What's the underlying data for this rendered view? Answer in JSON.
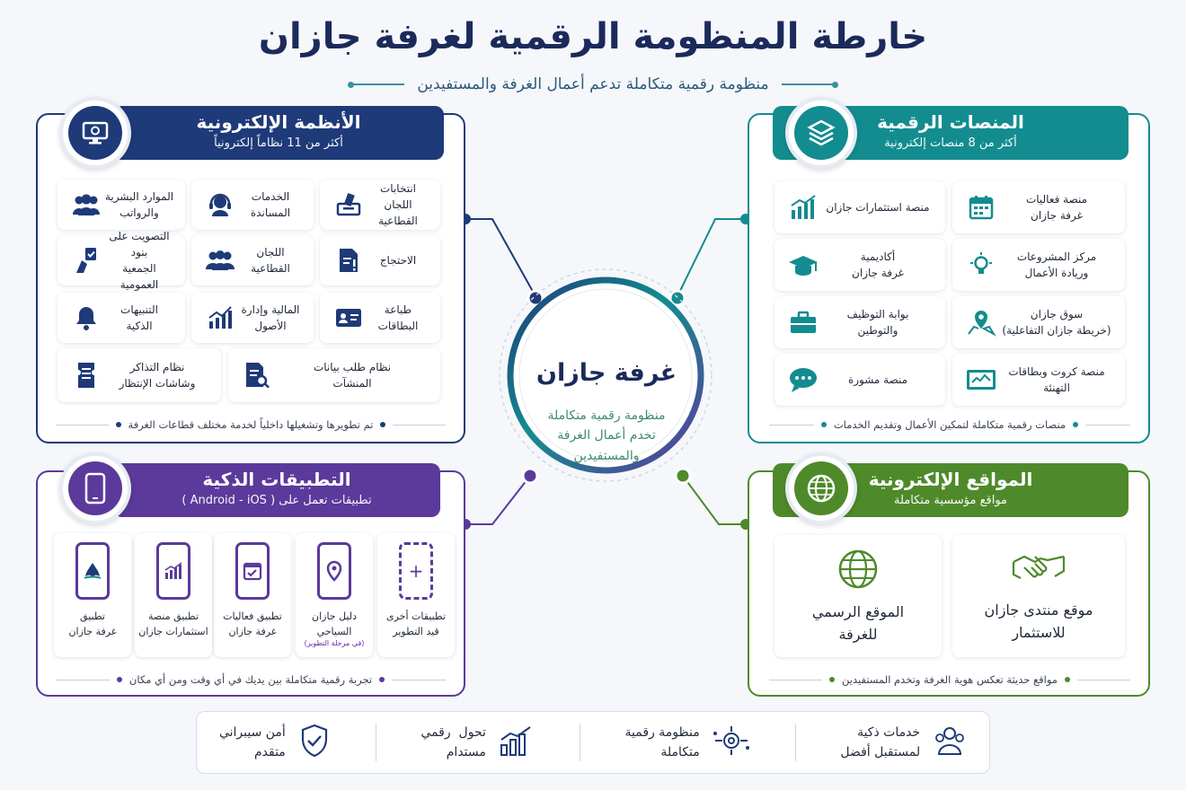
{
  "header": {
    "title": "خارطة المنظومة الرقمية لغرفة جازان",
    "subtitle": "منظومة رقمية متكاملة تدعم أعمال الغرفة والمستفيدين"
  },
  "center": {
    "title": "غرفة جازان",
    "subtitle_line1": "منظومة رقمية متكاملة",
    "subtitle_line2": "تخدم أعمال الغرفة",
    "subtitle_line3": "والمستفيدين"
  },
  "colors": {
    "navy": "#1e3a78",
    "teal": "#138c8f",
    "purple": "#5b3a9b",
    "green": "#4e8a2a"
  },
  "systems": {
    "title": "الأنظمة الإلكترونية",
    "subtitle": "أكثر من 11 نظاماً إلكترونياً",
    "icon": "monitor-gear-icon",
    "items": [
      {
        "label1": "انتخابات اللجان",
        "label2": "القطاعية",
        "icon": "ballot-box-icon"
      },
      {
        "label1": "الخدمات",
        "label2": "المساندة",
        "icon": "headset-icon"
      },
      {
        "label1": "الموارد البشرية",
        "label2": "والرواتب",
        "icon": "people-icon"
      },
      {
        "label1": "الاحتجاج",
        "label2": "",
        "icon": "document-alert-icon"
      },
      {
        "label1": "اللجان",
        "label2": "القطاعية",
        "icon": "group-icon"
      },
      {
        "label1": "التصويت على بنود",
        "label2": "الجمعية العمومية",
        "icon": "hand-vote-icon"
      },
      {
        "label1": "طباعة",
        "label2": "البطاقات",
        "icon": "id-card-icon"
      },
      {
        "label1": "المالية وإدارة",
        "label2": "الأصول",
        "icon": "chart-up-icon"
      },
      {
        "label1": "التنبيهات",
        "label2": "الذكية",
        "icon": "bell-icon"
      },
      {
        "label1": "نظام طلب بيانات",
        "label2": "المنشآت",
        "icon": "document-search-icon"
      },
      {
        "label1": "نظام التذاكر",
        "label2": "وشاشات الإنتظار",
        "icon": "ticket-icon"
      }
    ],
    "footer": "تم تطويرها وتشغيلها داخلياً لخدمة مختلف قطاعات الغرفة"
  },
  "platforms": {
    "title": "المنصات الرقمية",
    "subtitle": "أكثر من 8 منصات إلكترونية",
    "icon": "layers-icon",
    "items": [
      {
        "label1": "منصة فعاليات",
        "label2": "غرفة جازان",
        "icon": "calendar-icon"
      },
      {
        "label1": "منصة استثمارات جازان",
        "label2": "",
        "icon": "bar-chart-icon"
      },
      {
        "label1": "مركز المشروعات",
        "label2": "وريادة الأعمال",
        "icon": "lightbulb-icon"
      },
      {
        "label1": "أكاديمية",
        "label2": "غرفة جازان",
        "icon": "graduation-cap-icon"
      },
      {
        "label1": "سوق جازان",
        "label2": "(خريطة جازان التفاعلية)",
        "icon": "map-pin-icon"
      },
      {
        "label1": "بوابة التوظيف",
        "label2": "والتوطين",
        "icon": "briefcase-icon"
      },
      {
        "label1": "منصة كروت وبطاقات",
        "label2": "التهنئة",
        "icon": "greeting-card-icon"
      },
      {
        "label1": "منصة مشورة",
        "label2": "",
        "icon": "chat-bubble-icon"
      }
    ],
    "footer": "منصات رقمية متكاملة لتمكين الأعمال وتقديم الخدمات"
  },
  "apps": {
    "title": "التطبيقات الذكية",
    "subtitle": "تطبيقات تعمل على ( Android - iOS )",
    "icon": "smartphone-icon",
    "items": [
      {
        "label1": "تطبيقات أخرى",
        "label2": "قيد التطوير",
        "note": "",
        "icon": "plus-icon"
      },
      {
        "label1": "دليل جازان",
        "label2": "السياحي",
        "note": "(في مرحلة التطوير)",
        "icon": "map-pin-icon"
      },
      {
        "label1": "تطبيق فعاليات",
        "label2": "غرفة جازان",
        "note": "",
        "icon": "calendar-check-icon"
      },
      {
        "label1": "تطبيق منصة",
        "label2": "استثمارات جازان",
        "note": "",
        "icon": "bar-chart-icon"
      },
      {
        "label1": "تطبيق",
        "label2": "غرفة جازان",
        "note": "",
        "icon": "chamber-logo-icon"
      }
    ],
    "footer": "تجربة رقمية متكاملة بين يديك في أي وقت ومن أي مكان"
  },
  "websites": {
    "title": "المواقع الإلكترونية",
    "subtitle": "مواقع مؤسسية متكاملة",
    "icon": "globe-icon",
    "items": [
      {
        "label1": "موقع منتدى جازان",
        "label2": "للاستثمار",
        "icon": "handshake-icon"
      },
      {
        "label1": "الموقع الرسمي",
        "label2": "للغرفة",
        "icon": "globe-icon"
      }
    ],
    "footer": "مواقع حديثة تعكس هوية الغرفة وتخدم المستفيدين"
  },
  "bottom": [
    {
      "label1": "خدمات ذكية",
      "label2": "لمستقبل أفضل",
      "icon": "user-group-icon"
    },
    {
      "label1": "منظومة رقمية",
      "label2": "متكاملة",
      "icon": "circuit-gear-icon"
    },
    {
      "label1": "تحول  رقمي",
      "label2": "مستدام",
      "icon": "growth-chart-icon"
    },
    {
      "label1": "أمن سيبراني",
      "label2": "متقدم",
      "icon": "shield-check-icon"
    }
  ]
}
